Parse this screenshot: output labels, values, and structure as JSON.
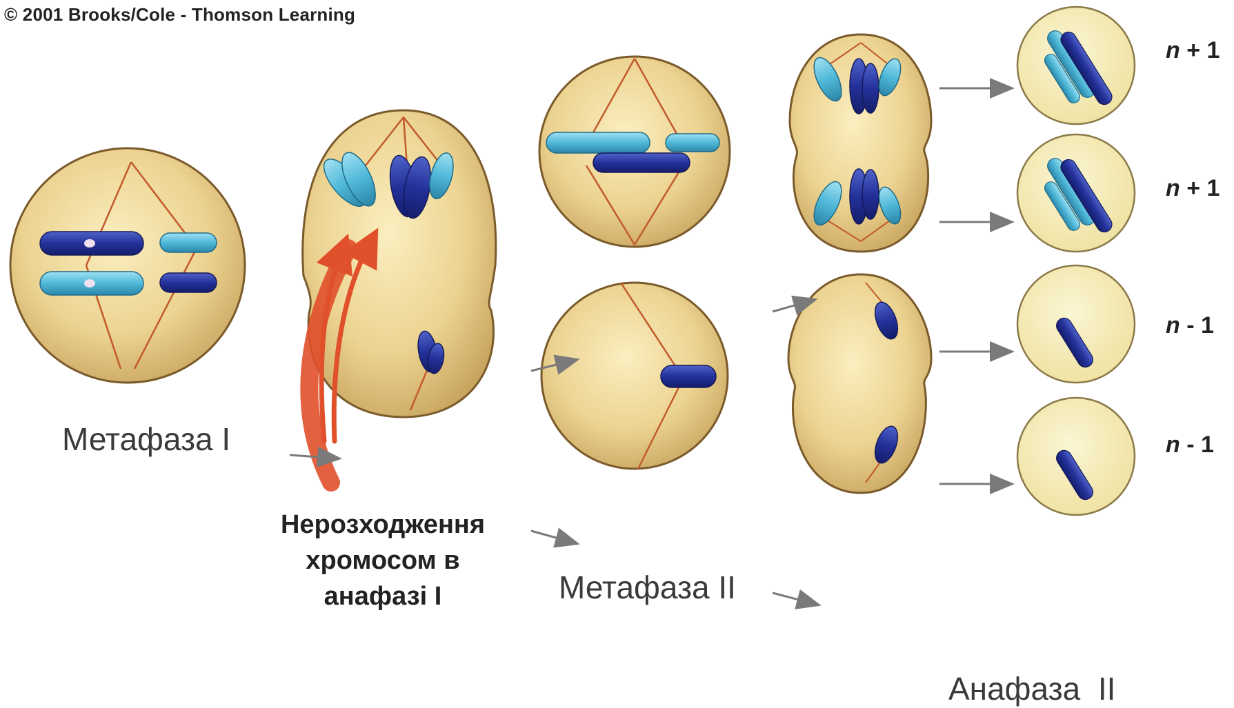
{
  "copyright": "© 2001 Brooks/Cole - Thomson Learning",
  "labels": {
    "metaphase_1": "Метафаза I",
    "nondisjunction_line1": "Нерозходження",
    "nondisjunction_line2": "хромосом в",
    "nondisjunction_line3": "анафазі I",
    "metaphase_2": "Метафаза II",
    "anaphase_2": "Анафаза  II"
  },
  "ploidy": [
    {
      "n": "n",
      "rest": " + 1"
    },
    {
      "n": "n",
      "rest": " + 1"
    },
    {
      "n": "n",
      "rest": " - 1"
    },
    {
      "n": "n",
      "rest": " - 1"
    }
  ],
  "colors": {
    "cytoplasm": "#e8d08a",
    "membrane": "#7a5a2a",
    "daughter_cell": "#f6edb4",
    "chromosome_dark": "#24319a",
    "chromosome_light": "#4fb8d8",
    "spindle": "#c25a2a",
    "arrow_red": "#e0502a",
    "arrow_gray": "#7a7a7a"
  }
}
